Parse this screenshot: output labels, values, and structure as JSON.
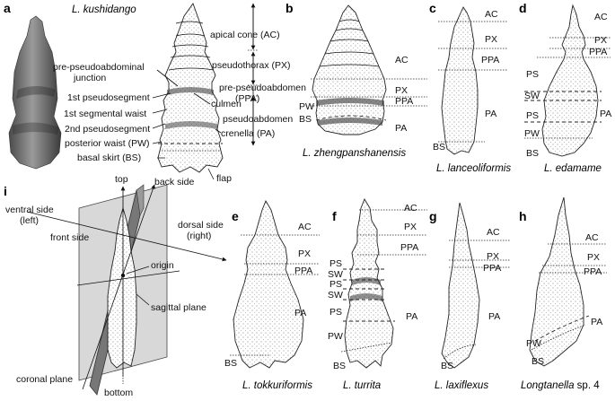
{
  "panels": {
    "a": {
      "letter": "a",
      "species": "L. kushidango",
      "labels": {
        "apical_cone": "apical cone (AC)",
        "pseudothorax": "pseudothorax (PX)",
        "pre_pseudoabdomen_1": "pre-pseudoabdomen",
        "pre_pseudoabdomen_2": "(PPA)",
        "pre_pseudoabdominal_1": "pre-pseudoabdominal",
        "pre_pseudoabdominal_2": "junction",
        "culmen": "culmen",
        "first_pseudosegment": "1st pseudosegment",
        "first_segmental_waist": "1st segmental waist",
        "pseudoabdomen": "pseudoabdomen",
        "second_pseudosegment": "2nd pseudosegment",
        "crenella": "crenella",
        "pa": "(PA)",
        "posterior_waist": "posterior waist (PW)",
        "basal_skirt": "basal skirt (BS)",
        "flap": "flap"
      }
    },
    "b": {
      "letter": "b",
      "species": "L. zhengpanshanensis",
      "labels": [
        "AC",
        "PX",
        "PPA",
        "PW",
        "BS",
        "PA"
      ]
    },
    "c": {
      "letter": "c",
      "species": "L. lanceoliformis",
      "labels": [
        "AC",
        "PX",
        "PPA",
        "PA",
        "BS"
      ]
    },
    "d": {
      "letter": "d",
      "species": "L. edamame",
      "labels": [
        "AC",
        "PX",
        "PPA",
        "PS",
        "SW",
        "PS",
        "PW",
        "BS",
        "PA"
      ]
    },
    "e": {
      "letter": "e",
      "species": "L. tokkuriformis",
      "labels": [
        "AC",
        "PX",
        "PPA",
        "PA",
        "BS"
      ]
    },
    "f": {
      "letter": "f",
      "species": "L. turrita",
      "labels": [
        "AC",
        "PX",
        "PPA",
        "PS",
        "SW",
        "PS",
        "SW",
        "PS",
        "PW",
        "BS",
        "PA"
      ]
    },
    "g": {
      "letter": "g",
      "species": "L. laxiflexus",
      "labels": [
        "AC",
        "PX",
        "PPA",
        "PA",
        "BS"
      ]
    },
    "h": {
      "letter": "h",
      "species_italic": "Longtanella",
      "species_plain": " sp. 4",
      "labels": [
        "AC",
        "PX",
        "PPA",
        "PA",
        "PW",
        "BS"
      ]
    },
    "i": {
      "letter": "i",
      "labels": {
        "top": "top",
        "back_side": "back side",
        "ventral_1": "ventral side",
        "ventral_2": "(left)",
        "front_side": "front side",
        "dorsal_1": "dorsal side",
        "dorsal_2": "(right)",
        "origin": "origin",
        "sagittal": "sagittal plane",
        "coronal": "coronal plane",
        "bottom": "bottom"
      }
    }
  }
}
